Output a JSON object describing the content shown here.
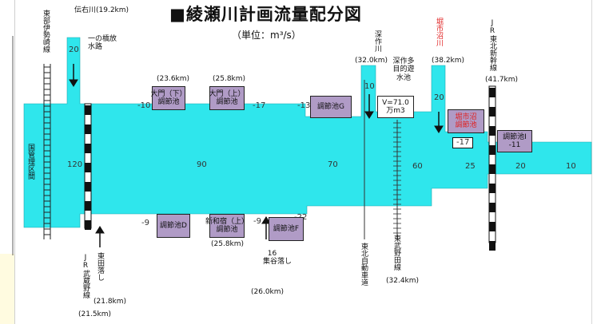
{
  "title": "■綾瀬川計画流量配分図",
  "unit": "（単位：m³/s）",
  "colors": {
    "river": "#2fe6ec",
    "basin": "#b09bc6",
    "rail": "#111111",
    "accent_red": "#e02020",
    "left_panel": "#fffbe0"
  },
  "top_labels": {
    "tobu_isesaki": "東部伊勢崎線",
    "denemon": "伝右川(19.2km)",
    "ichinohashi": "一の橋放水路",
    "fukasaku": "深作川",
    "fukasaku_km": "(32.0km)",
    "fukasaku_pond": "深作多目的遊水池",
    "hachigaki": "堀市沼川",
    "hachigaki_km": "(38.2km)",
    "jr_tohoku": "JR東北新幹線",
    "jr_tohoku_km": "(41.7km)"
  },
  "flows": {
    "in_ichinohashi": "20",
    "in_fukasaku": "10",
    "in_hachigaki": "20",
    "main_120": "120",
    "main_90": "90",
    "main_70": "70",
    "main_60": "60",
    "main_25": "25",
    "main_20": "20",
    "main_10": "10",
    "up_m10": "-10",
    "up_m17": "-17",
    "up_m13": "-13",
    "hachi_m17": "-17",
    "low_m9a": "-9",
    "low_m9b": "-9",
    "low_m22": "-22"
  },
  "basins": {
    "daimon_shimo": "大門（下）\n調節池",
    "daimon_shimo_km": "(23.6km)",
    "daimon_kami": "大門（上）\n調節池",
    "daimon_kami_km": "(25.8km)",
    "g": "調節池G",
    "fukasaku_vol": "V=71.0\n万m3",
    "hachi_basin": "堀市沼\n調節池",
    "basin_i": "調節池I\n-11",
    "d": "調節池D",
    "nishiwado": "新和宿（上）\n調節池",
    "nishiwado_km": "(25.8km)",
    "f": "調節池F"
  },
  "bottom_labels": {
    "kokudo": "国管理区間",
    "jr_musashino": "JR武蔵野線",
    "jr_musashino_km": "(21.5km)",
    "higashida": "東田落し",
    "higashida_km": "(21.8km)",
    "shugaya": "16\n集谷落し",
    "shugaya_km": "(26.0km)",
    "tohoku_exp": "東北自動車道",
    "tobu_noda": "東武野田線",
    "tobu_noda_km": "(32.4km)"
  }
}
